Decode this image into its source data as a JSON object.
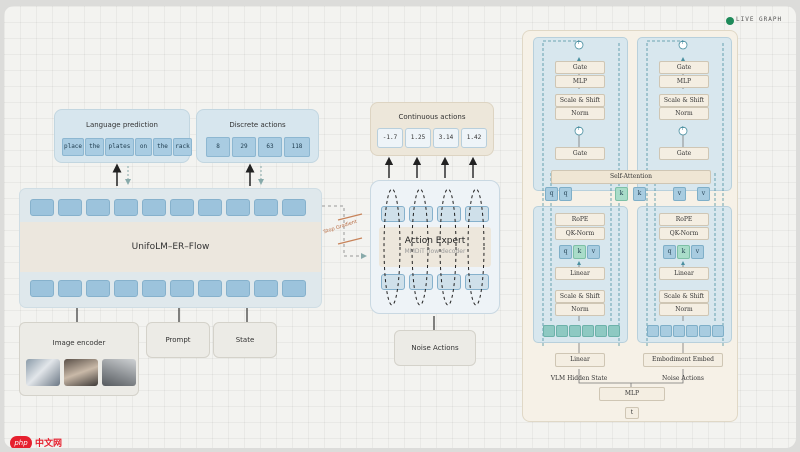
{
  "live_graph": "LIVE GRAPH",
  "left": {
    "language_prediction": {
      "title": "Language prediction",
      "tokens": [
        "place",
        "the",
        "plates",
        "on",
        "the",
        "rack"
      ]
    },
    "discrete_actions": {
      "title": "Discrete actions",
      "tokens": [
        "8",
        "29",
        "63",
        "118"
      ]
    },
    "backbone_label": "UnifoLM–ER–Flow",
    "image_encoder": "Image encoder",
    "prompt": "Prompt",
    "state": "State",
    "stop_gradient": "Stop Gradient"
  },
  "middle": {
    "continuous_actions": {
      "title": "Continuous actions",
      "values": [
        "-1.7",
        "1.25",
        "3.14",
        "1.42"
      ]
    },
    "action_expert": {
      "title": "Action Expert",
      "subtitle": "MMDiT flow decoder"
    },
    "noise_actions": "Noise Actions"
  },
  "right": {
    "gate": "Gate",
    "mlp": "MLP",
    "scale_shift": "Scale & Shift",
    "norm": "Norm",
    "self_attention": "Self-Attention",
    "rope": "RoPE",
    "qk_norm": "QK-Norm",
    "linear": "Linear",
    "embodiment_embed": "Embodiment Embed",
    "vlm_hidden_state": "VLM Hidden State",
    "noise_actions": "Noise Actions",
    "t_label": "t",
    "plus": "+",
    "qkv": [
      "q",
      "k",
      "v"
    ]
  },
  "watermark": "中文网",
  "watermark_logo": "php"
}
